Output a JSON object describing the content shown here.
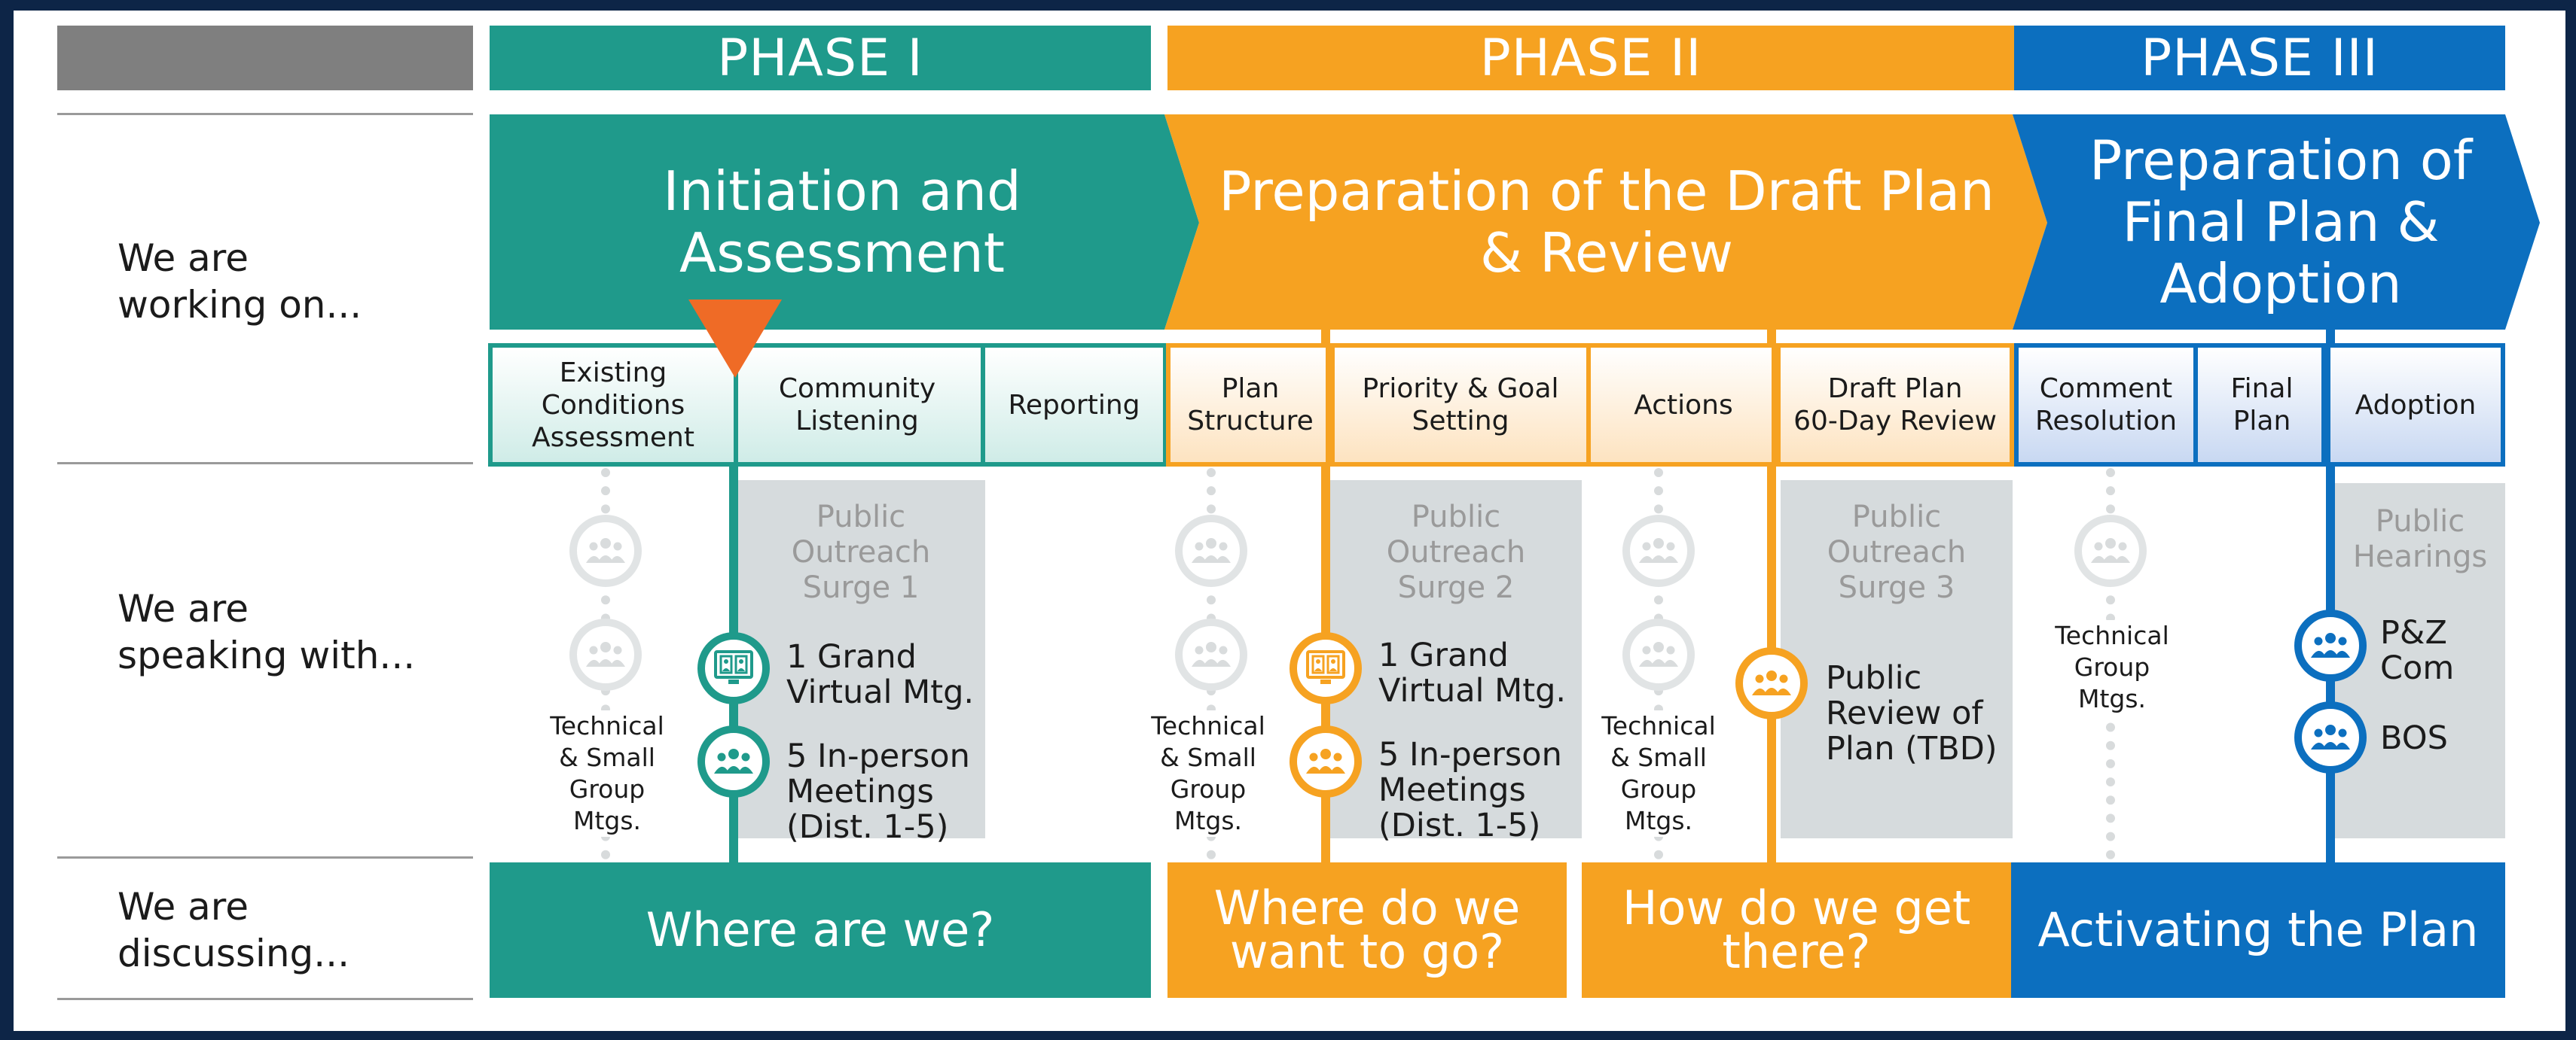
{
  "colors": {
    "teal": "#1f9a8b",
    "orange": "#f6a221",
    "blue": "#0c6fbf",
    "marker": "#ef6b26",
    "surge_grey": "#d6dbdd",
    "icon_grey": "#d9dcdd"
  },
  "phases": {
    "phase1": "PHASE I",
    "phase2": "PHASE II",
    "phase3": "PHASE III"
  },
  "rows": {
    "working": "We are\nworking on...",
    "speaking": "We are\nspeaking with...",
    "discussing": "We are\ndiscussing..."
  },
  "banners": {
    "b1": "Initiation and\nAssessment",
    "b2": "Preparation of the Draft Plan\n& Review",
    "b3": "Preparation of\nFinal Plan &\nAdoption"
  },
  "tasks": {
    "t1": "Existing\nConditions\nAssessment",
    "t2": "Community\nListening",
    "t3": "Reporting",
    "t4": "Plan\nStructure",
    "t5": "Priority & Goal\nSetting",
    "t6": "Actions",
    "t7": "Draft Plan\n60-Day Review",
    "t8": "Comment\nResolution",
    "t9": "Final\nPlan",
    "t10": "Adoption"
  },
  "surges": {
    "s1": "Public\nOutreach\nSurge 1",
    "s2": "Public\nOutreach\nSurge 2",
    "s3": "Public\nOutreach\nSurge 3",
    "s4": "Public\nHearings"
  },
  "meetings": {
    "grand1": "1 Grand\nVirtual Mtg.",
    "inperson1": "5 In-person\nMeetings\n(Dist. 1-5)",
    "grand2": "1 Grand\nVirtual Mtg.",
    "inperson2": "5 In-person\nMeetings\n(Dist. 1-5)",
    "public_review": "Public\nReview of\nPlan (TBD)",
    "pz": "P&Z\nCom",
    "bos": "BOS"
  },
  "technical": {
    "tech1": "Technical\n& Small\nGroup\nMtgs.",
    "tech2": "Technical\n& Small\nGroup\nMtgs.",
    "tech3": "Technical\n& Small\nGroup\nMtgs.",
    "tech4": "Technical\nGroup\nMtgs."
  },
  "questions": {
    "q1": "Where are we?",
    "q2": "Where do we\nwant to go?",
    "q3": "How do we get\nthere?",
    "q4": "Activating the Plan"
  },
  "icons": {
    "group": "group-people-icon",
    "virtual": "virtual-meeting-icon",
    "marker": "current-position-triangle-icon"
  }
}
